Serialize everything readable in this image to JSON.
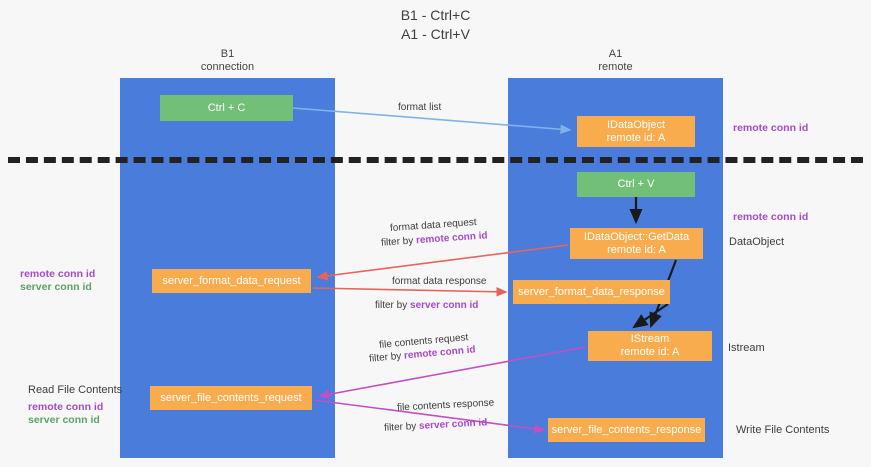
{
  "title": {
    "line1": "B1 - Ctrl+C",
    "line2": "A1 - Ctrl+V"
  },
  "lanes": [
    {
      "id": "b1",
      "name": "B1",
      "subtitle": "connection"
    },
    {
      "id": "a1",
      "name": "A1",
      "subtitle": "remote"
    }
  ],
  "nodes": {
    "ctrl_c": {
      "label": "Ctrl + C",
      "sub": "",
      "color": "#72c078"
    },
    "idataobject": {
      "label": "IDataObject",
      "sub": "remote id: A",
      "color": "#f9ac4e"
    },
    "ctrl_v": {
      "label": "Ctrl + V",
      "sub": "",
      "color": "#72c078"
    },
    "getdata": {
      "label": "IDataObject::GetData",
      "sub": "remote id: A",
      "color": "#f9ac4e"
    },
    "sfd_request": {
      "label": "server_format_data_request",
      "sub": "",
      "color": "#f9ac4e"
    },
    "sfd_response": {
      "label": "server_format_data_response",
      "sub": "",
      "color": "#f9ac4e"
    },
    "istream": {
      "label": "IStream",
      "sub": "remote id: A",
      "color": "#f9ac4e"
    },
    "sfc_request": {
      "label": "server_file_contents_request",
      "sub": "",
      "color": "#f9ac4e"
    },
    "sfc_response": {
      "label": "server_file_contents_response",
      "sub": "",
      "color": "#f9ac4e"
    }
  },
  "annotations": {
    "remote_conn_id_top": "remote conn id",
    "remote_conn_id_mid": "remote conn id",
    "dataobject": "DataObject",
    "istream": "Istream",
    "write_file_contents": "Write File Contents",
    "read_file_contents": "Read File Contents",
    "left_remote_conn_id": "remote conn id",
    "left_server_conn_id": "server conn id",
    "left2_remote_conn_id": "remote conn id",
    "left2_server_conn_id": "server conn id"
  },
  "edges": {
    "format_list": "format list",
    "fd_request": "format data request",
    "fd_request_filter_pre": "filter by ",
    "fd_request_filter_key": "remote conn id",
    "fd_response": "format data response",
    "fd_response_filter_pre": "filter by ",
    "fd_response_filter_key": "server conn id",
    "fc_request": "file contents request",
    "fc_request_filter_pre": "filter by ",
    "fc_request_filter_key": "remote conn id",
    "fc_response": "file contents response",
    "fc_response_filter_pre": "filter by ",
    "fc_response_filter_key": "server conn id"
  },
  "colors": {
    "lane": "#4a7ddb",
    "green_node": "#72c078",
    "orange_node": "#f9ac4e",
    "purple": "#a64ac9",
    "green_text": "#5aa469",
    "arrow_blue": "#7fb3e8",
    "arrow_red": "#e8645a",
    "arrow_magenta": "#c44ec4",
    "arrow_black": "#1a1a1a",
    "divider": "#222222",
    "background": "#f7f7f7"
  }
}
